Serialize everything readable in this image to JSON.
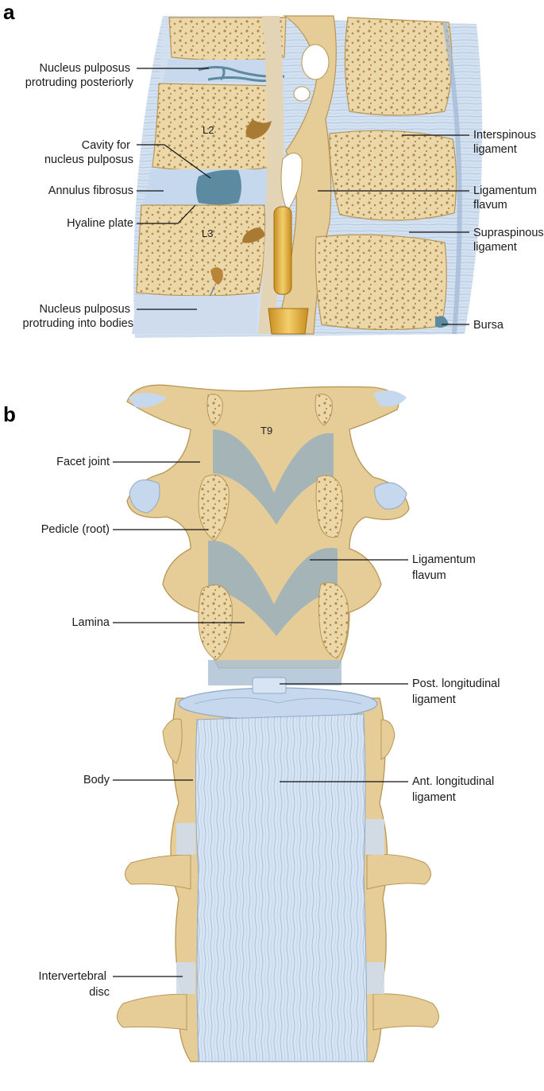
{
  "panels": {
    "a": {
      "letter": "a",
      "vertebra_labels": [
        "L2",
        "L3"
      ],
      "labels": {
        "nucleus_posterior": [
          "Nucleus pulposus",
          "protruding posteriorly"
        ],
        "cavity": [
          "Cavity for",
          "nucleus pulposus"
        ],
        "annulus": [
          "Annulus fibrosus"
        ],
        "hyaline": [
          "Hyaline plate"
        ],
        "nucleus_bodies": [
          "Nucleus pulposus",
          "protruding into bodies"
        ],
        "interspinous": [
          "Interspinous",
          "ligament"
        ],
        "flavum": [
          "Ligamentum",
          "flavum"
        ],
        "supraspinous": [
          "Supraspinous",
          "ligament"
        ],
        "bursa": [
          "Bursa"
        ]
      }
    },
    "b": {
      "letter": "b",
      "vertebra_labels": [
        "T9"
      ],
      "labels": {
        "facet": [
          "Facet joint"
        ],
        "pedicle": [
          "Pedicle (root)"
        ],
        "lamina": [
          "Lamina"
        ],
        "body": [
          "Body"
        ],
        "disc": [
          "Intervertebral",
          "disc"
        ],
        "flavum": [
          "Ligamentum",
          "flavum"
        ],
        "post_long": [
          "Post. longitudinal",
          "ligament"
        ],
        "ant_long": [
          "Ant. longitudinal",
          "ligament"
        ]
      }
    }
  },
  "colors": {
    "bone": "#e9d4a6",
    "bone_dark": "#b89656",
    "ligament": "#c6d8ee",
    "ligament_line": "#8fa9c8",
    "nucleus": "#5c8aa0",
    "nerve": "#e2b14e"
  }
}
